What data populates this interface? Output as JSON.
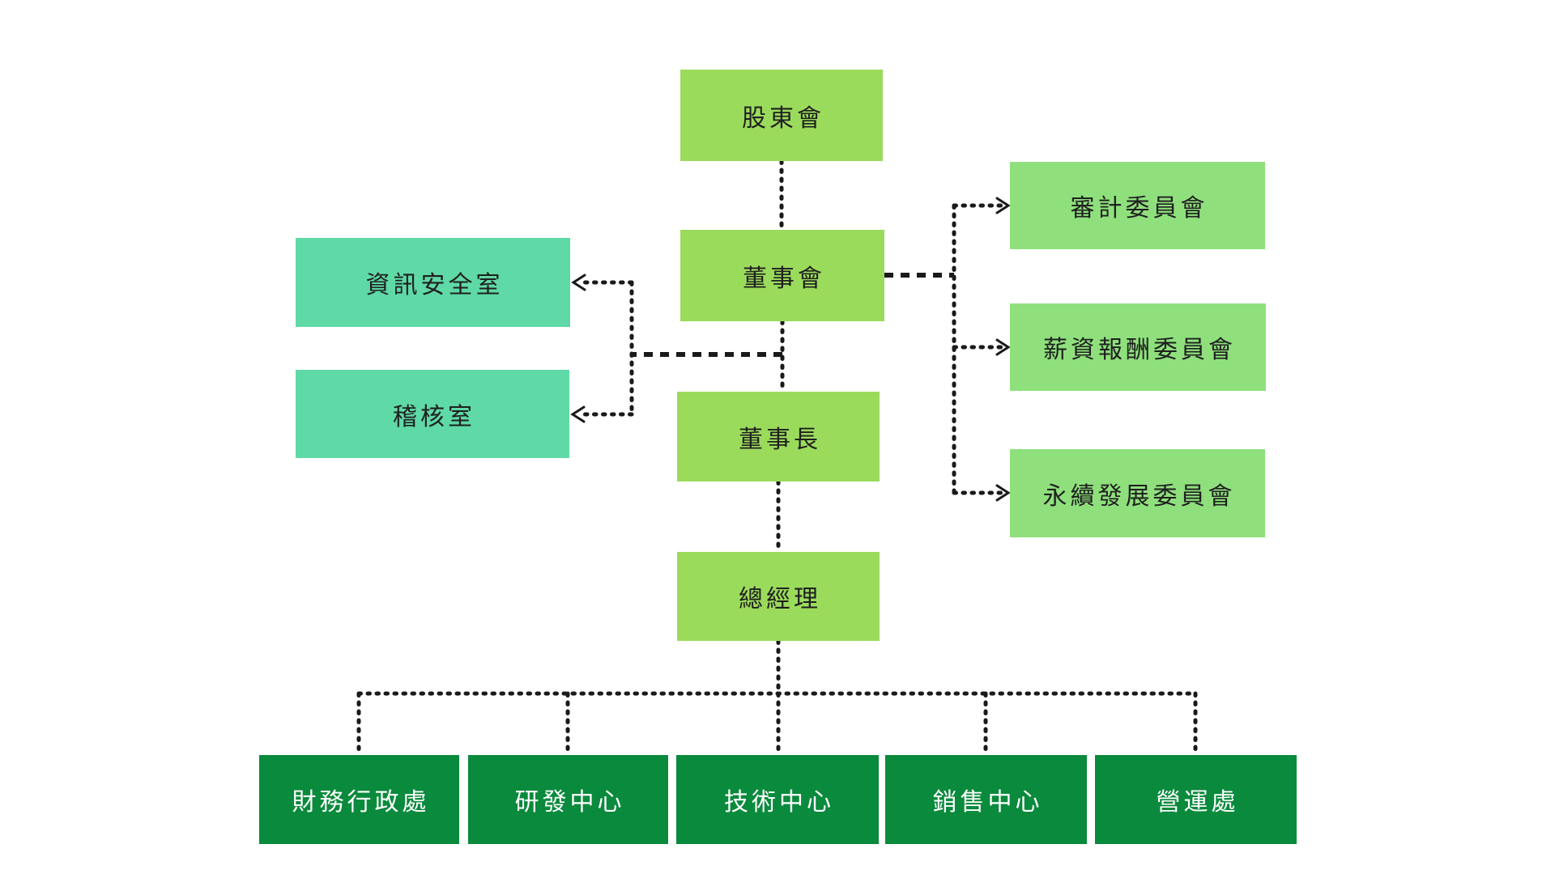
{
  "diagram": {
    "type": "org-chart",
    "nodes": {
      "shareholders": {
        "label": "股東會"
      },
      "board": {
        "label": "董事會"
      },
      "chairman": {
        "label": "董事長"
      },
      "general_manager": {
        "label": "總經理"
      },
      "infosec_office": {
        "label": "資訊安全室"
      },
      "audit_office": {
        "label": "稽核室"
      },
      "audit_committee": {
        "label": "審計委員會"
      },
      "remuneration_committee": {
        "label": "薪資報酬委員會"
      },
      "sustainability_committee": {
        "label": "永續發展委員會"
      },
      "finance_admin_division": {
        "label": "財務行政處"
      },
      "rd_center": {
        "label": "研發中心"
      },
      "technology_center": {
        "label": "技術中心"
      },
      "sales_center": {
        "label": "銷售中心"
      },
      "operations_division": {
        "label": "營運處"
      }
    },
    "edges": [
      {
        "from": "shareholders",
        "to": "board",
        "style": "dotted"
      },
      {
        "from": "board",
        "to": "chairman",
        "style": "dotted"
      },
      {
        "from": "chairman",
        "to": "general_manager",
        "style": "dotted"
      },
      {
        "from": "board",
        "to": "infosec_office",
        "style": "dotted-arrow"
      },
      {
        "from": "board",
        "to": "audit_office",
        "style": "dotted-arrow"
      },
      {
        "from": "board",
        "to": "audit_committee",
        "style": "dotted-arrow"
      },
      {
        "from": "board",
        "to": "remuneration_committee",
        "style": "dotted-arrow"
      },
      {
        "from": "board",
        "to": "sustainability_committee",
        "style": "dotted-arrow"
      },
      {
        "from": "general_manager",
        "to": "finance_admin_division",
        "style": "dotted"
      },
      {
        "from": "general_manager",
        "to": "rd_center",
        "style": "dotted"
      },
      {
        "from": "general_manager",
        "to": "technology_center",
        "style": "dotted"
      },
      {
        "from": "general_manager",
        "to": "sales_center",
        "style": "dotted"
      },
      {
        "from": "general_manager",
        "to": "operations_division",
        "style": "dotted"
      }
    ],
    "colors": {
      "center_green": "#9BDB5C",
      "right_green": "#8FE07D",
      "teal": "#5FD9A6",
      "dark_green": "#0A8A3C",
      "line": "#1A1A1A",
      "text_dark": "#1F1F1F",
      "text_light": "#FFFFFF"
    }
  }
}
